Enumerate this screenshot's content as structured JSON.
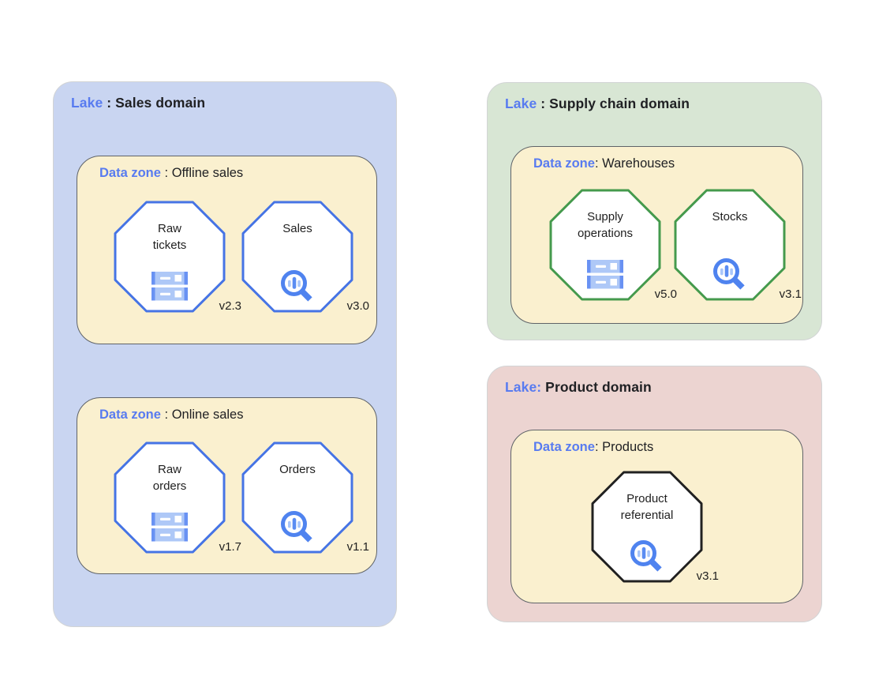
{
  "colors": {
    "lake_sales_bg": "#c9d5f1",
    "lake_supply_bg": "#d8e6d4",
    "lake_product_bg": "#ecd4d1",
    "zone_bg": "#faf0cf",
    "zone_border": "#5f6368",
    "keyword_blue": "#587bf0",
    "octagon_blue": "#4674e5",
    "octagon_green": "#459a4d",
    "octagon_black": "#212121",
    "icon_blue_light": "#aec8f7",
    "icon_blue_dark": "#6992f3"
  },
  "lakes": {
    "sales": {
      "keyword": "Lake",
      "title": " : Sales domain",
      "zones": {
        "offline": {
          "keyword": "Data zone",
          "title": " : Offline sales",
          "assets": {
            "raw_tickets": {
              "label": "Raw\ntickets",
              "version": "v2.3",
              "icon": "storage-server-icon"
            },
            "sales": {
              "label": "Sales",
              "version": "v3.0",
              "icon": "search-analytics-icon"
            }
          }
        },
        "online": {
          "keyword": "Data zone",
          "title": " : Online sales",
          "assets": {
            "raw_orders": {
              "label": "Raw\norders",
              "version": "v1.7",
              "icon": "storage-server-icon"
            },
            "orders": {
              "label": "Orders",
              "version": "v1.1",
              "icon": "search-analytics-icon"
            }
          }
        }
      }
    },
    "supply_chain": {
      "keyword": "Lake",
      "title": " : Supply chain domain",
      "zones": {
        "warehouses": {
          "keyword": "Data zone",
          "title": ": Warehouses",
          "assets": {
            "supply_operations": {
              "label": "Supply\noperations",
              "version": "v5.0",
              "icon": "storage-server-icon"
            },
            "stocks": {
              "label": "Stocks",
              "version": "v3.1",
              "icon": "search-analytics-icon"
            }
          }
        }
      }
    },
    "product": {
      "keyword": "Lake:",
      "title": " Product domain",
      "zones": {
        "products": {
          "keyword": "Data zone",
          "title": ": Products",
          "assets": {
            "product_referential": {
              "label": "Product\nreferential",
              "version": "v3.1",
              "icon": "search-analytics-icon"
            }
          }
        }
      }
    }
  }
}
